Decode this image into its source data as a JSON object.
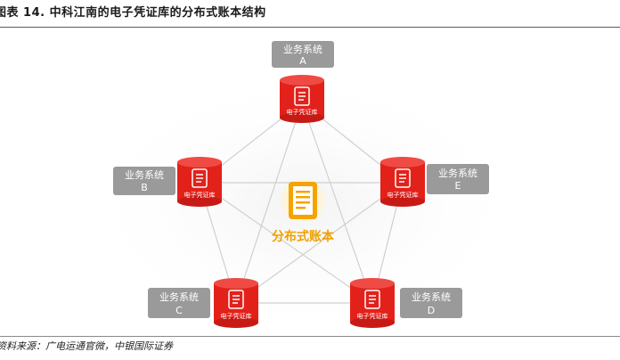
{
  "title": "图表 14. 中科江南的电子凭证库的分布式账本结构",
  "source": "资料来源：广电运通官微，中银国际证券",
  "center": {
    "label": "分布式账本"
  },
  "nodes": [
    {
      "id": "A",
      "system_label": "业务系统",
      "system_letter": "A",
      "db_label": "电子凭证库"
    },
    {
      "id": "B",
      "system_label": "业务系统",
      "system_letter": "B",
      "db_label": "电子凭证库"
    },
    {
      "id": "C",
      "system_label": "业务系统",
      "system_letter": "C",
      "db_label": "电子凭证库"
    },
    {
      "id": "D",
      "system_label": "业务系统",
      "system_letter": "D",
      "db_label": "电子凭证库"
    },
    {
      "id": "E",
      "system_label": "业务系统",
      "system_letter": "E",
      "db_label": "电子凭证库"
    }
  ],
  "colors": {
    "database_red": "#e3211b",
    "database_top": "#f04a44",
    "system_box_gray": "#9a9a9a",
    "connector_gray": "#d0d0d0",
    "center_gold": "#f5a300"
  },
  "icons": {
    "database": "document-icon",
    "center": "ledger-document-icon"
  }
}
